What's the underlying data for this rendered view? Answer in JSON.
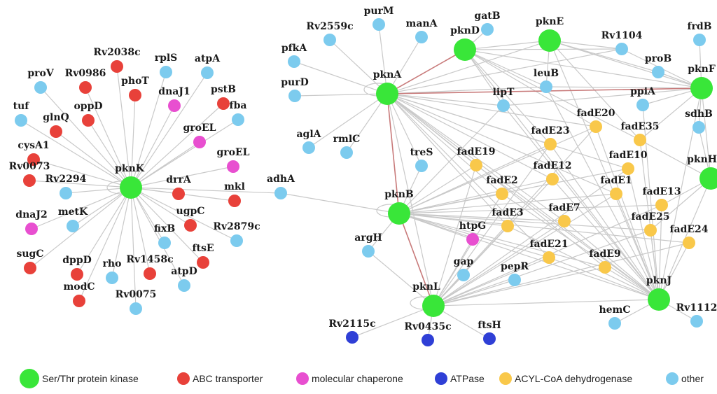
{
  "colors": {
    "kinase": "#39e639",
    "abc": "#e8413a",
    "chaperone": "#e84fd0",
    "atpase": "#2f3fd6",
    "acyl": "#f9c84a",
    "other": "#7ccbee",
    "edge": "#c9c9c9",
    "edge_highlight": "#c87a7a"
  },
  "legend": [
    {
      "category": "kinase",
      "label": "Ser/Thr protein kinase"
    },
    {
      "category": "abc",
      "label": "ABC transporter"
    },
    {
      "category": "chaperone",
      "label": "molecular chaperone"
    },
    {
      "category": "atpase",
      "label": "ATPase"
    },
    {
      "category": "acyl",
      "label": "ACYL-CoA dehydrogenase"
    },
    {
      "category": "other",
      "label": "other"
    }
  ],
  "nodes": [
    {
      "id": "pknK",
      "label": "pknK",
      "category": "kinase"
    },
    {
      "id": "proV",
      "label": "proV",
      "category": "other"
    },
    {
      "id": "Rv2038c",
      "label": "Rv2038c",
      "category": "abc"
    },
    {
      "id": "Rv0986",
      "label": "Rv0986",
      "category": "abc"
    },
    {
      "id": "rplS",
      "label": "rplS",
      "category": "other"
    },
    {
      "id": "atpA",
      "label": "atpA",
      "category": "other"
    },
    {
      "id": "phoT",
      "label": "phoT",
      "category": "abc"
    },
    {
      "id": "dnaJ1",
      "label": "dnaJ1",
      "category": "chaperone"
    },
    {
      "id": "pstB",
      "label": "pstB",
      "category": "abc"
    },
    {
      "id": "oppD",
      "label": "oppD",
      "category": "abc"
    },
    {
      "id": "glnQ",
      "label": "glnQ",
      "category": "abc"
    },
    {
      "id": "tuf",
      "label": "tuf",
      "category": "other"
    },
    {
      "id": "fba",
      "label": "fba",
      "category": "other"
    },
    {
      "id": "groEL1",
      "label": "groEL",
      "category": "chaperone"
    },
    {
      "id": "groEL2",
      "label": "groEL",
      "category": "chaperone"
    },
    {
      "id": "cysA1",
      "label": "cysA1",
      "category": "abc"
    },
    {
      "id": "Rv0073",
      "label": "Rv0073",
      "category": "abc"
    },
    {
      "id": "Rv2294",
      "label": "Rv2294",
      "category": "other"
    },
    {
      "id": "drrA",
      "label": "drrA",
      "category": "abc"
    },
    {
      "id": "mkl",
      "label": "mkl",
      "category": "abc"
    },
    {
      "id": "dnaJ2",
      "label": "dnaJ2",
      "category": "chaperone"
    },
    {
      "id": "metK",
      "label": "metK",
      "category": "other"
    },
    {
      "id": "ugpC",
      "label": "ugpC",
      "category": "abc"
    },
    {
      "id": "Rv2879c",
      "label": "Rv2879c",
      "category": "other"
    },
    {
      "id": "fixB",
      "label": "fixB",
      "category": "other"
    },
    {
      "id": "sugC",
      "label": "sugC",
      "category": "abc"
    },
    {
      "id": "dppD",
      "label": "dppD",
      "category": "abc"
    },
    {
      "id": "rho",
      "label": "rho",
      "category": "other"
    },
    {
      "id": "Rv1458c",
      "label": "Rv1458c",
      "category": "abc"
    },
    {
      "id": "ftsE",
      "label": "ftsE",
      "category": "abc"
    },
    {
      "id": "atpD",
      "label": "atpD",
      "category": "other"
    },
    {
      "id": "modC",
      "label": "modC",
      "category": "abc"
    },
    {
      "id": "Rv0075",
      "label": "Rv0075",
      "category": "other"
    },
    {
      "id": "adhA",
      "label": "adhA",
      "category": "other"
    },
    {
      "id": "pknA",
      "label": "pknA",
      "category": "kinase"
    },
    {
      "id": "pknB",
      "label": "pknB",
      "category": "kinase"
    },
    {
      "id": "pknD",
      "label": "pknD",
      "category": "kinase"
    },
    {
      "id": "pknE",
      "label": "pknE",
      "category": "kinase"
    },
    {
      "id": "pknF",
      "label": "pknF",
      "category": "kinase"
    },
    {
      "id": "pknL",
      "label": "pknL",
      "category": "kinase"
    },
    {
      "id": "pknJ",
      "label": "pknJ",
      "category": "kinase"
    },
    {
      "id": "pknH",
      "label": "pknH",
      "category": "kinase"
    },
    {
      "id": "Rv2559c",
      "label": "Rv2559c",
      "category": "other"
    },
    {
      "id": "purM",
      "label": "purM",
      "category": "other"
    },
    {
      "id": "manA",
      "label": "manA",
      "category": "other"
    },
    {
      "id": "gatB",
      "label": "gatB",
      "category": "other"
    },
    {
      "id": "pfkA",
      "label": "pfkA",
      "category": "other"
    },
    {
      "id": "purD",
      "label": "purD",
      "category": "other"
    },
    {
      "id": "Rv1104",
      "label": "Rv1104",
      "category": "other"
    },
    {
      "id": "frdB",
      "label": "frdB",
      "category": "other"
    },
    {
      "id": "proB",
      "label": "proB",
      "category": "other"
    },
    {
      "id": "leuB",
      "label": "leuB",
      "category": "other"
    },
    {
      "id": "lipT",
      "label": "lipT",
      "category": "other"
    },
    {
      "id": "ppiA",
      "label": "ppiA",
      "category": "other"
    },
    {
      "id": "sdhB",
      "label": "sdhB",
      "category": "other"
    },
    {
      "id": "aglA",
      "label": "aglA",
      "category": "other"
    },
    {
      "id": "rmlC",
      "label": "rmlC",
      "category": "other"
    },
    {
      "id": "treS",
      "label": "treS",
      "category": "other"
    },
    {
      "id": "argH",
      "label": "argH",
      "category": "other"
    },
    {
      "id": "htpG",
      "label": "htpG",
      "category": "chaperone"
    },
    {
      "id": "gap",
      "label": "gap",
      "category": "other"
    },
    {
      "id": "pepR",
      "label": "pepR",
      "category": "other"
    },
    {
      "id": "hemC",
      "label": "hemC",
      "category": "other"
    },
    {
      "id": "Rv1112",
      "label": "Rv1112",
      "category": "other"
    },
    {
      "id": "Rv2115c",
      "label": "Rv2115c",
      "category": "atpase"
    },
    {
      "id": "Rv0435c",
      "label": "Rv0435c",
      "category": "atpase"
    },
    {
      "id": "ftsH",
      "label": "ftsH",
      "category": "atpase"
    },
    {
      "id": "fadE20",
      "label": "fadE20",
      "category": "acyl"
    },
    {
      "id": "fadE23",
      "label": "fadE23",
      "category": "acyl"
    },
    {
      "id": "fadE35",
      "label": "fadE35",
      "category": "acyl"
    },
    {
      "id": "fadE19",
      "label": "fadE19",
      "category": "acyl"
    },
    {
      "id": "fadE12",
      "label": "fadE12",
      "category": "acyl"
    },
    {
      "id": "fadE10",
      "label": "fadE10",
      "category": "acyl"
    },
    {
      "id": "fadE2",
      "label": "fadE2",
      "category": "acyl"
    },
    {
      "id": "fadE1",
      "label": "fadE1",
      "category": "acyl"
    },
    {
      "id": "fadE13",
      "label": "fadE13",
      "category": "acyl"
    },
    {
      "id": "fadE3",
      "label": "fadE3",
      "category": "acyl"
    },
    {
      "id": "fadE7",
      "label": "fadE7",
      "category": "acyl"
    },
    {
      "id": "fadE25",
      "label": "fadE25",
      "category": "acyl"
    },
    {
      "id": "fadE24",
      "label": "fadE24",
      "category": "acyl"
    },
    {
      "id": "fadE21",
      "label": "fadE21",
      "category": "acyl"
    },
    {
      "id": "fadE9",
      "label": "fadE9",
      "category": "acyl"
    }
  ],
  "edges_highlight": [
    [
      "pknA",
      "pknD"
    ],
    [
      "pknA",
      "pknB"
    ],
    [
      "pknB",
      "pknL"
    ],
    [
      "pknA",
      "pknF"
    ]
  ]
}
